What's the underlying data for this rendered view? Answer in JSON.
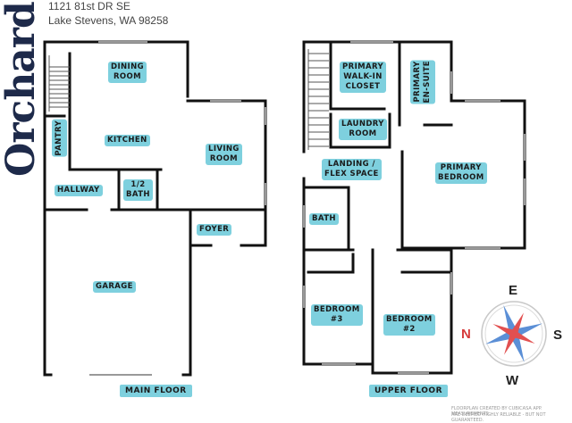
{
  "brand": "Orchard",
  "address": {
    "line1": "1121 81st DR SE",
    "line2": "Lake Stevens, WA 98258"
  },
  "main_floor": {
    "label": "MAIN FLOOR",
    "rooms": {
      "dining": "DINING\nROOM",
      "kitchen": "KITCHEN",
      "living": "LIVING\nROOM",
      "pantry": "PANTRY",
      "hallway": "HALLWAY",
      "half_bath": "1/2\nBATH",
      "foyer": "FOYER",
      "garage": "GARAGE"
    }
  },
  "upper_floor": {
    "label": "UPPER FLOOR",
    "rooms": {
      "walkin": "PRIMARY\nWALK-IN\nCLOSET",
      "ensuite": "PRIMARY\nEN-SUITE",
      "laundry": "LAUNDRY\nROOM",
      "landing": "LANDING /\nFLEX SPACE",
      "primary_bed": "PRIMARY\nBEDROOM",
      "bath": "BATH",
      "bed3": "BEDROOM\n#3",
      "bed2": "BEDROOM\n#2"
    }
  },
  "compass": {
    "n": "N",
    "e": "E",
    "s": "S",
    "w": "W"
  },
  "watermark": {
    "line1": "FLOORPLAN CREATED BY CUBICASA APP. MEASUREMENTS",
    "line2": "ARE DEEMED HIGHLY RELIABLE - BUT NOT GUARANTEED."
  },
  "colors": {
    "wall": "#111111",
    "label_bg": "#7ed0de",
    "brand": "#1e2a4a",
    "compass_red": "#e25050",
    "compass_blue": "#5b8fd6"
  }
}
